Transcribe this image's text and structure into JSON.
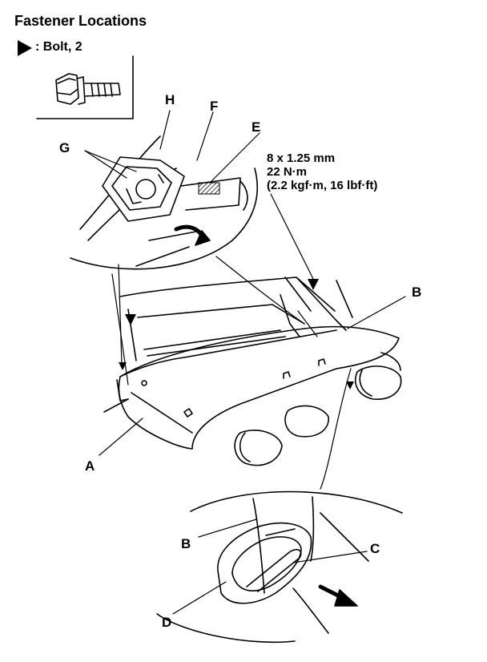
{
  "title": "Fastener Locations",
  "legend": {
    "symbol": "arrowhead",
    "text": ": Bolt, 2"
  },
  "torque_spec": [
    "8 x 1.25 mm",
    "22 N·m",
    "(2.2 kgf·m, 16 lbf·ft)"
  ],
  "callouts": {
    "A": "A",
    "B1": "B",
    "B2": "B",
    "C": "C",
    "D": "D",
    "E": "E",
    "F": "F",
    "G": "G",
    "H": "H"
  }
}
